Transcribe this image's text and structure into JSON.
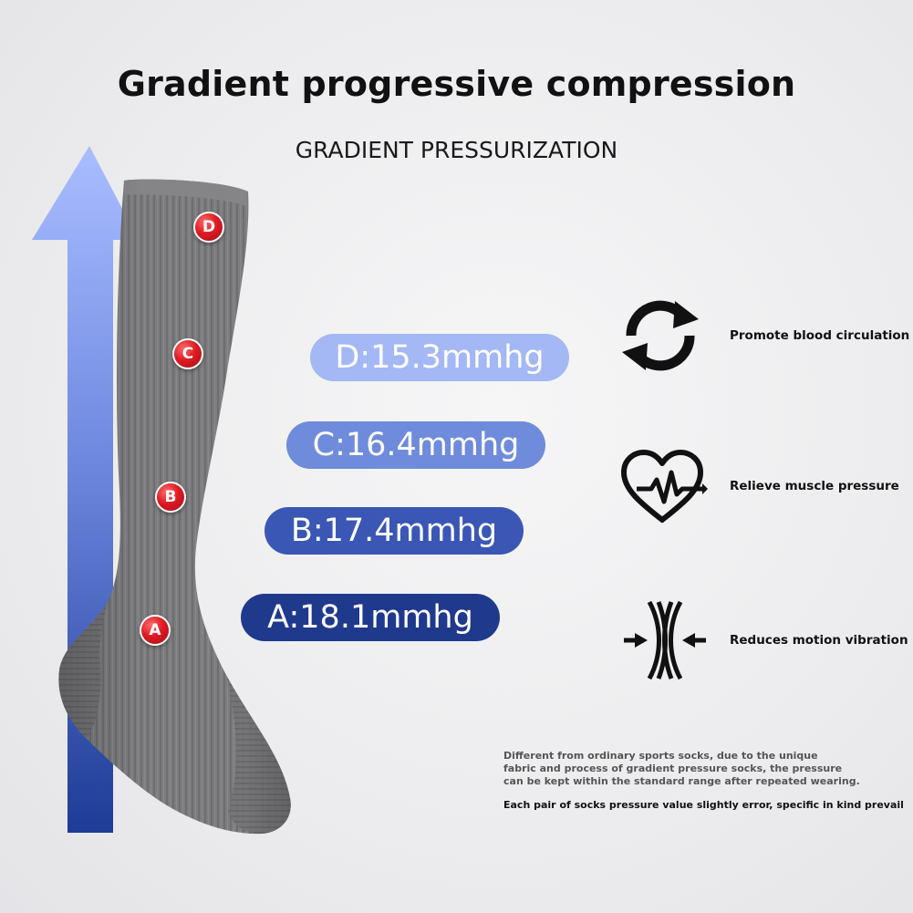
{
  "title": "Gradient progressive compression",
  "subtitle": "GRADIENT PRESSURIZATION",
  "markers": {
    "d": "D",
    "c": "C",
    "b": "B",
    "a": "A"
  },
  "pressures": {
    "d": "D:15.3mmhg",
    "c": "C:16.4mmhg",
    "b": "B:17.4mmhg",
    "a": "A:18.1mmhg"
  },
  "benefits": [
    {
      "label": "Promote blood circulation",
      "icon": "circular-arrows-icon"
    },
    {
      "label": "Relieve muscle pressure",
      "icon": "heart-pulse-icon"
    },
    {
      "label": "Reduces motion vibration",
      "icon": "compress-arrows-icon"
    }
  ],
  "note": {
    "line1": "Different from ordinary sports socks, due to the unique",
    "line2": "fabric and process of gradient pressure socks, the pressure",
    "line3": "can be kept within the standard range after repeated wearing.",
    "disclaimer": "Each pair of socks pressure value slightly error, specific in kind prevail"
  },
  "colors": {
    "pill_d": "#a3b8f5",
    "pill_c": "#6f8bdb",
    "pill_b": "#3a57b5",
    "pill_a": "#1f3a8c",
    "sock": "#7a7a7c",
    "arrow_top": "#9db3ff",
    "arrow_bottom": "#1e3b95"
  }
}
